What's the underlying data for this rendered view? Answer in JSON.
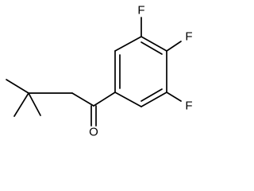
{
  "molecule": {
    "atom_labels": {
      "fluorine_top": "F",
      "fluorine_right": "F",
      "fluorine_bottom": "F",
      "oxygen": "O"
    }
  }
}
